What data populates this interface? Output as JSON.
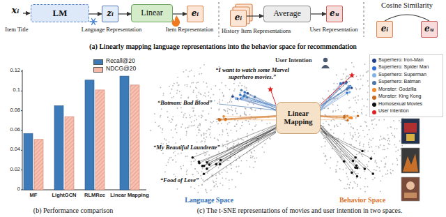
{
  "diagram": {
    "caption": "(a) Linearly mapping language representations into the behavior space for recommendation",
    "nodes": [
      {
        "text": [
          "LM"
        ]
      },
      {
        "text": [
          "zᵢ"
        ]
      },
      {
        "text": [
          "Linear"
        ]
      },
      {
        "text": [
          "eᵢ"
        ]
      },
      {
        "text": [
          "eᵢ"
        ]
      },
      {
        "text": [
          "Average"
        ]
      },
      {
        "text": [
          "eᵤ"
        ]
      },
      {
        "text": [
          "eᵢ"
        ]
      },
      {
        "text": [
          "eᵤ"
        ]
      },
      {
        "text": [
          "Linear Mapping"
        ]
      }
    ],
    "edges": [
      {
        "from": 0,
        "to": 1,
        "arrow": "to"
      },
      {
        "from": 1,
        "to": 2,
        "arrow": "to"
      },
      {
        "from": 2,
        "to": 3,
        "arrow": "to"
      },
      {
        "from": 4,
        "to": 5,
        "arrow": "to"
      },
      {
        "from": 5,
        "to": 6,
        "arrow": "to"
      },
      {
        "from": 7,
        "to": 8,
        "arrow": "none"
      }
    ],
    "labels": [
      "xᵢ",
      "Item Title",
      "Language Representation",
      "Item Representation",
      "History Item Representations",
      "User Representation",
      "Cosine Similarity",
      "(a) Linearly mapping language representations into the behavior space for recommendation",
      "0.12",
      "0.1",
      "0.08",
      "0.06",
      "0.04",
      "0.02",
      "0",
      "MF",
      "LightGCN",
      "RLMRec",
      "Linear Mapping",
      "(b) Performance comparison",
      "User Intention",
      "“I want to watch some Marvel superhero movies.”",
      "“Batman: Bad Blood”",
      "“My Beautiful Laundrette”",
      "“Food of Love”",
      "Language Space",
      "Behavior Space",
      "(c) The t-SNE representations of movies and user intention in two spaces."
    ],
    "legend": [
      {
        "text": "Recall@20",
        "color": "#3d7ab8"
      },
      {
        "text": "NDCG@20",
        "color": "#f5b7a6"
      },
      {
        "text": "Superhero: Iron-Man",
        "color": "#1f3f8f"
      },
      {
        "text": "Superhero: Spider Man",
        "color": "#2e6fd1"
      },
      {
        "text": "Superhero: Superman",
        "color": "#7fb2e8"
      },
      {
        "text": "Superhero: Batman",
        "color": "#4a78a8"
      },
      {
        "text": "Monster: Godzilla",
        "color": "#f08a2a"
      },
      {
        "text": "Monster: King Kong",
        "color": "#c66a1e"
      },
      {
        "text": "Homosexual Movies",
        "color": "#111111"
      },
      {
        "text": "User Intention",
        "color": "#e02020"
      }
    ]
  }
}
